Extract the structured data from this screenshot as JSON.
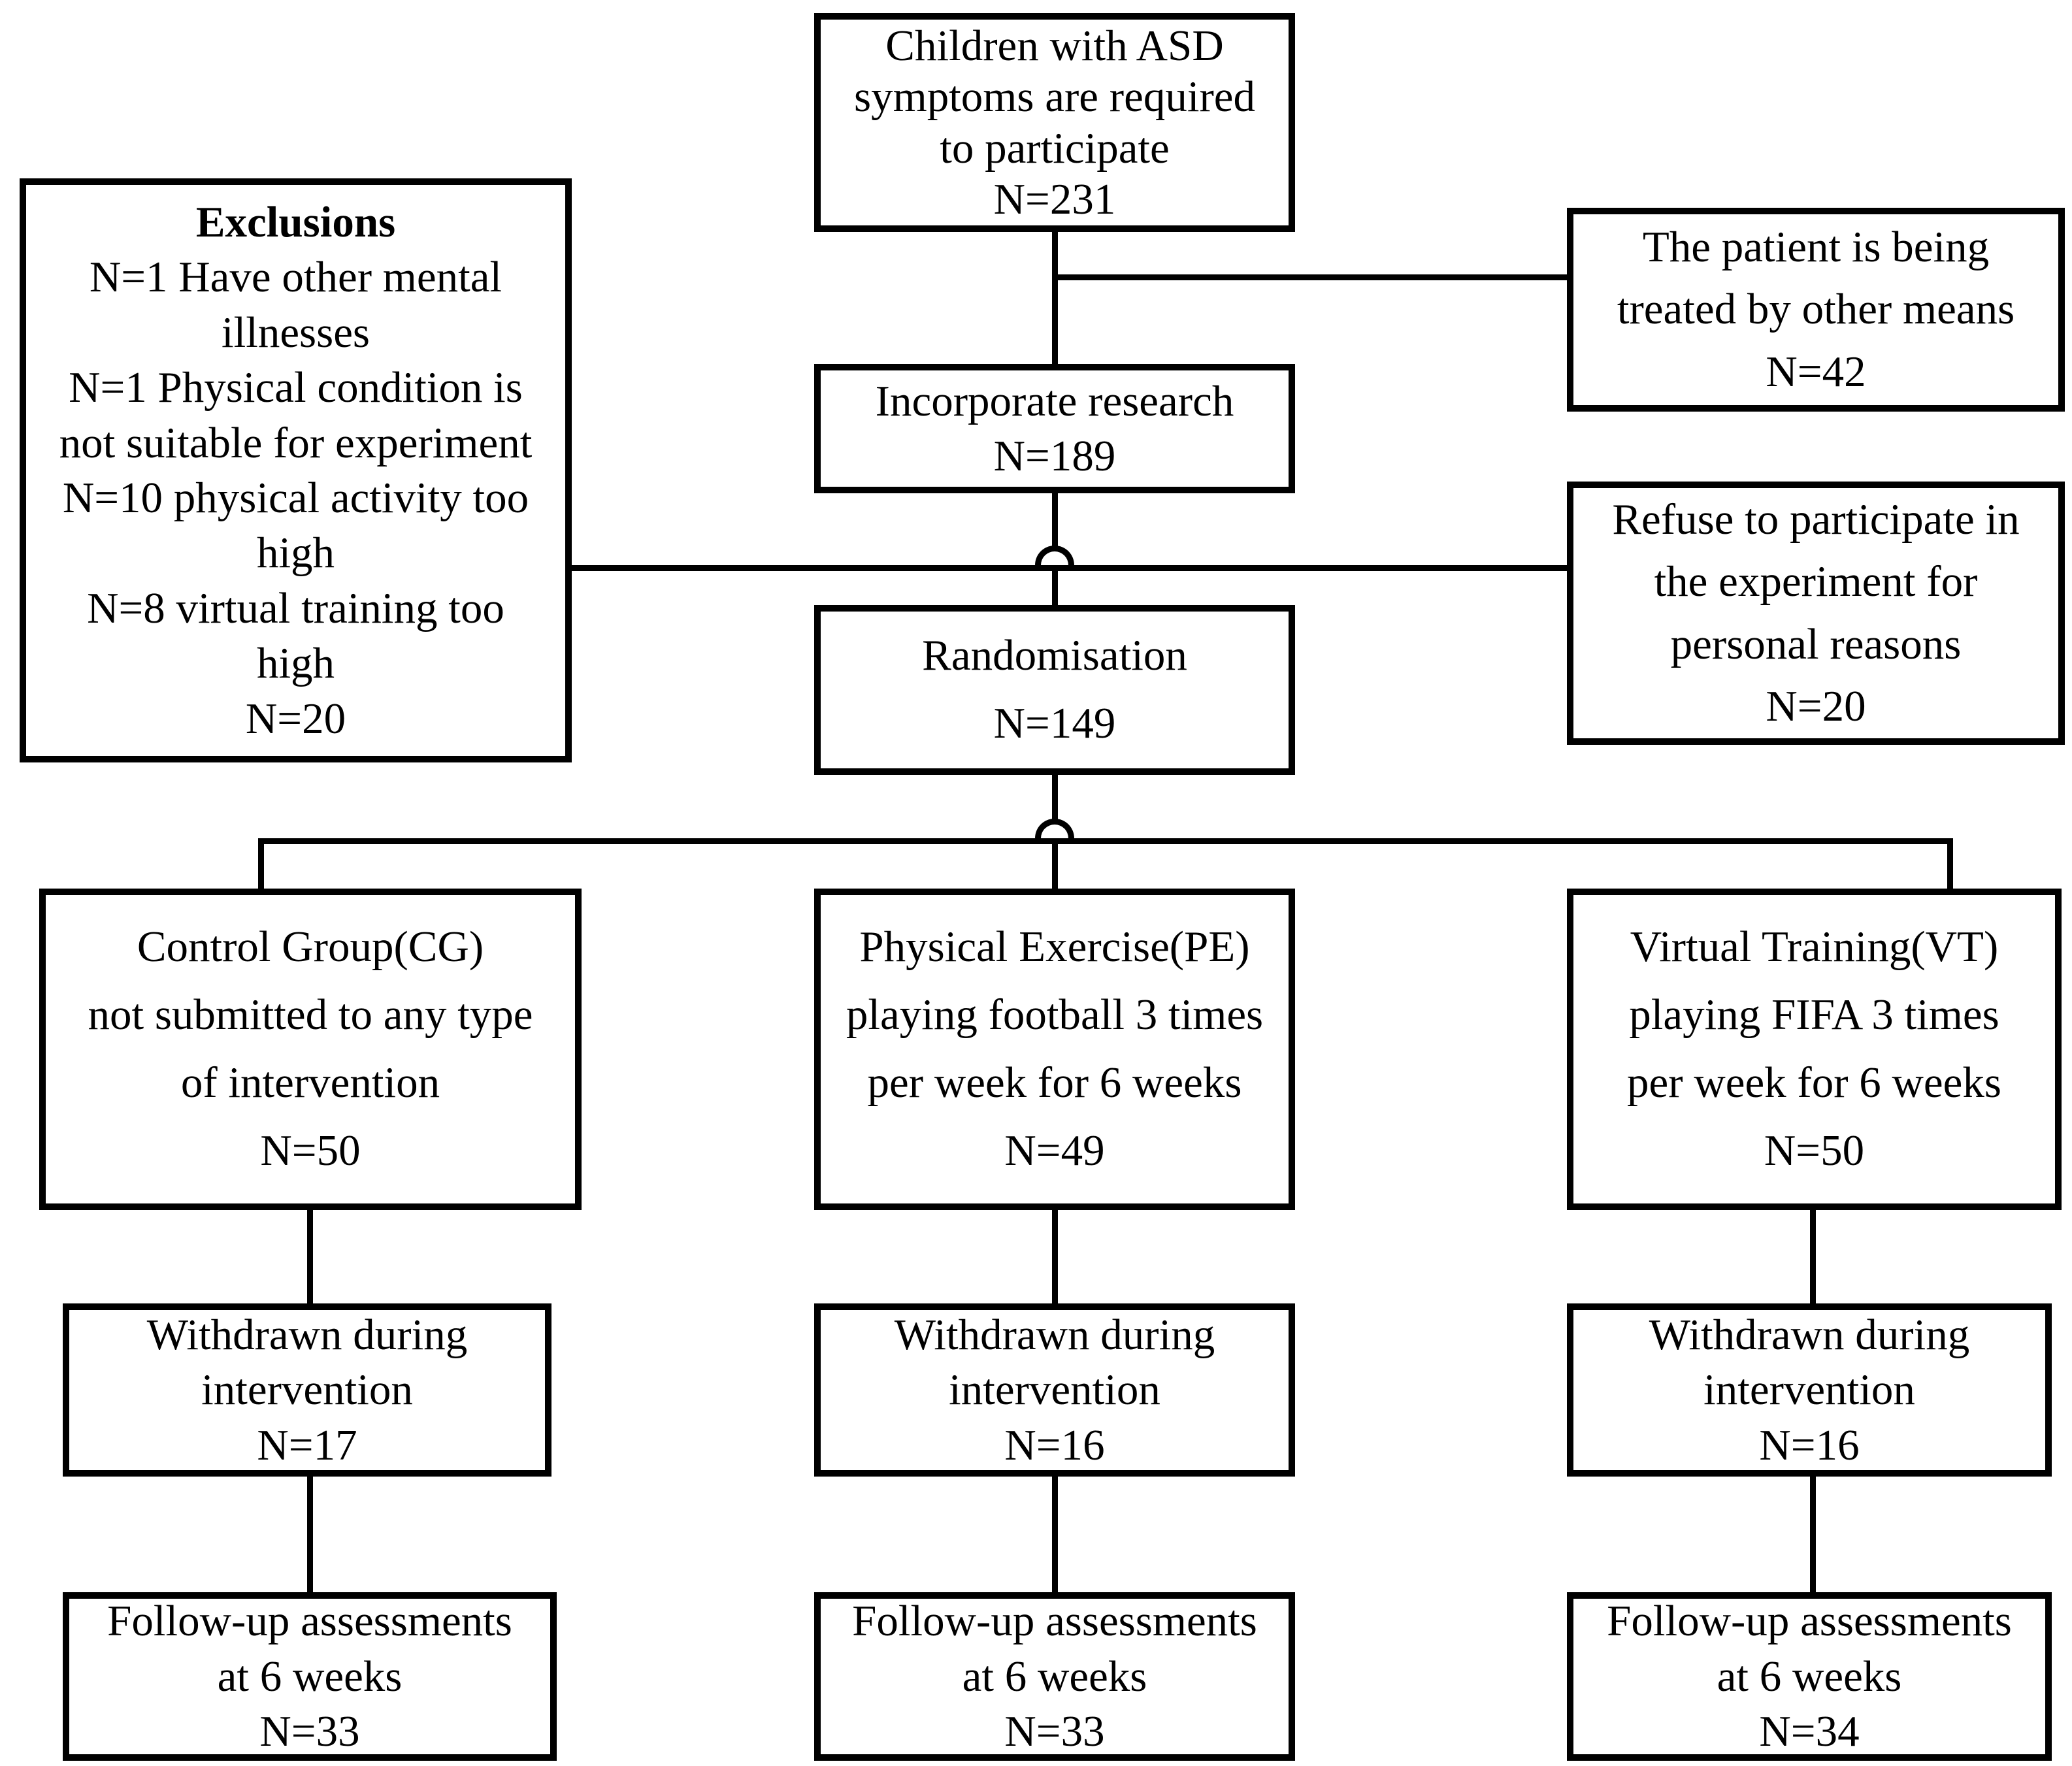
{
  "colors": {
    "background": "#ffffff",
    "line": "#000000",
    "text": "#000000"
  },
  "boxes": {
    "enrollment": {
      "lines": [
        "Children with ASD",
        "symptoms are required",
        "to participate",
        "N=231"
      ]
    },
    "patient_treated": {
      "lines": [
        "The patient is being",
        "treated by other means",
        "N=42"
      ]
    },
    "incorporate": {
      "lines": [
        "Incorporate research",
        "N=189"
      ]
    },
    "exclusions": {
      "heading": "Exclusions",
      "lines": [
        "N=1 Have other mental",
        "illnesses",
        "N=1 Physical condition is",
        "not suitable for experiment",
        "N=10 physical activity too",
        "high",
        "N=8 virtual training too",
        "high",
        "N=20"
      ]
    },
    "refuse": {
      "lines": [
        "Refuse to participate in",
        "the experiment for",
        "personal reasons",
        "N=20"
      ]
    },
    "randomisation": {
      "lines": [
        "Randomisation",
        "N=149"
      ]
    },
    "control_group": {
      "lines": [
        "Control Group(CG)",
        "not submitted to any type",
        "of intervention",
        "N=50"
      ]
    },
    "physical_exercise": {
      "lines": [
        "Physical Exercise(PE)",
        "playing football 3 times",
        "per week for 6 weeks",
        "N=49"
      ]
    },
    "virtual_training": {
      "lines": [
        "Virtual Training(VT)",
        "playing FIFA 3 times",
        "per week for 6 weeks",
        "N=50"
      ]
    },
    "cg_withdrawn": {
      "lines": [
        "Withdrawn during",
        "intervention",
        "N=17"
      ]
    },
    "pe_withdrawn": {
      "lines": [
        "Withdrawn during",
        "intervention",
        "N=16"
      ]
    },
    "vt_withdrawn": {
      "lines": [
        "Withdrawn during",
        "intervention",
        "N=16"
      ]
    },
    "cg_followup": {
      "lines": [
        "Follow-up assessments",
        "at 6 weeks",
        "N=33"
      ]
    },
    "pe_followup": {
      "lines": [
        "Follow-up assessments",
        "at 6 weeks",
        "N=33"
      ]
    },
    "vt_followup": {
      "lines": [
        "Follow-up assessments",
        "at 6 weeks",
        "N=34"
      ]
    }
  }
}
